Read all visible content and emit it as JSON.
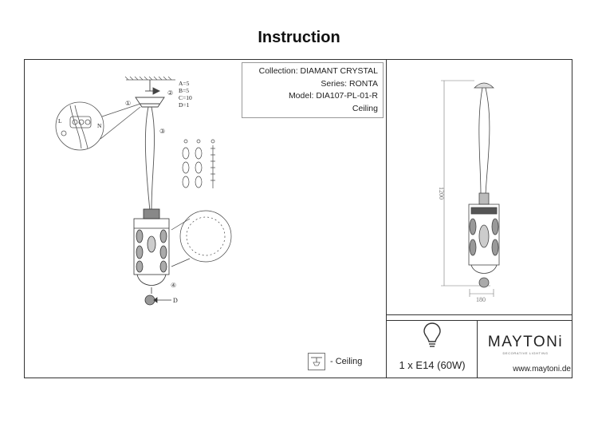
{
  "page": {
    "title": "Instruction"
  },
  "info": {
    "collection": "Collection: DIAMANT CRYSTAL",
    "series": "Series: RONTA",
    "model": "Model: DIA107-PL-01-R",
    "mount": "Ceiling"
  },
  "parts": {
    "a": "A=5",
    "b": "B=5",
    "c": "C=10",
    "d": "D=1",
    "label_d": "D",
    "wire_l": "L",
    "wire_n": "N"
  },
  "steps": {
    "s1": "①",
    "s2": "②",
    "s3": "③",
    "s4": "④"
  },
  "dimensions": {
    "height": "1200",
    "width": "180"
  },
  "legend": {
    "ceiling": "- Ceiling"
  },
  "lamp": {
    "spec": "1 x E14 (60W)"
  },
  "brand": {
    "name": "MAYTONi",
    "tagline": "DECORATIVE LIGHTING",
    "website": "www.maytoni.de"
  },
  "icons": {
    "bulb": "lightbulb-icon",
    "ceiling": "ceiling-mount-icon"
  }
}
